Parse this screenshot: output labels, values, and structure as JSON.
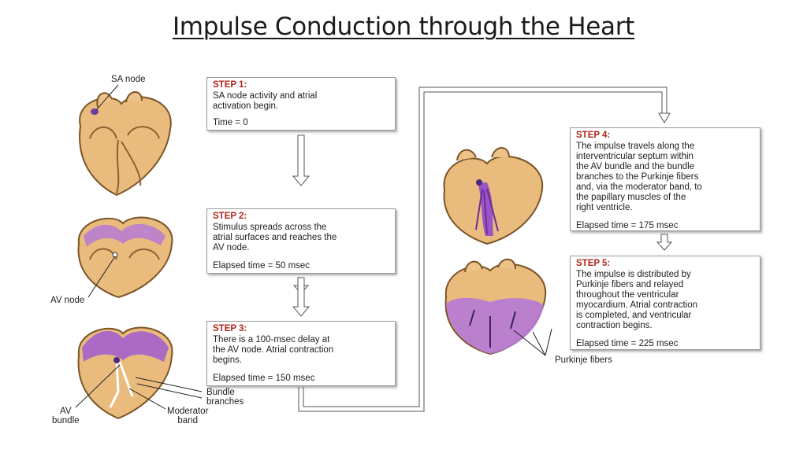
{
  "title": "Impulse Conduction through  the Heart",
  "steps": [
    {
      "head": "STEP 1:",
      "body": "SA node activity and atrial\nactivation begin.",
      "time": "Time = 0"
    },
    {
      "head": "STEP 2:",
      "body": "Stimulus spreads across the\natrial surfaces and reaches the\nAV node.",
      "time": "Elapsed time = 50 msec"
    },
    {
      "head": "STEP 3:",
      "body": "There is a 100-msec delay at\nthe AV node. Atrial contraction\nbegins.",
      "time": "Elapsed time = 150 msec"
    },
    {
      "head": "STEP 4:",
      "body": "The impulse travels along the\ninterventricular septum within\nthe AV bundle and the bundle\nbranches to the Purkinje fibers\nand, via the moderator band, to\nthe papillary muscles of the\nright ventricle.",
      "time": "Elapsed time = 175 msec"
    },
    {
      "head": "STEP 5:",
      "body": "The impulse is distributed by\nPurkinje fibers and relayed\nthroughout the ventricular\nmyocardium. Atrial contraction\nis completed, and ventricular\ncontraction begins.",
      "time": "Elapsed time = 225 msec"
    }
  ],
  "labels": {
    "sa_node": "SA node",
    "av_node": "AV node",
    "bundle_branches": "Bundle\nbranches",
    "av_bundle": "AV\nbundle",
    "moderator_band": "Moderator\nband",
    "purkinje_fibers": "Purkinje fibers"
  },
  "colors": {
    "heart_fill": "#e9bb7c",
    "heart_outline": "#7a5528",
    "excitation": "#9b55c4",
    "step_heading": "#b0241b"
  }
}
